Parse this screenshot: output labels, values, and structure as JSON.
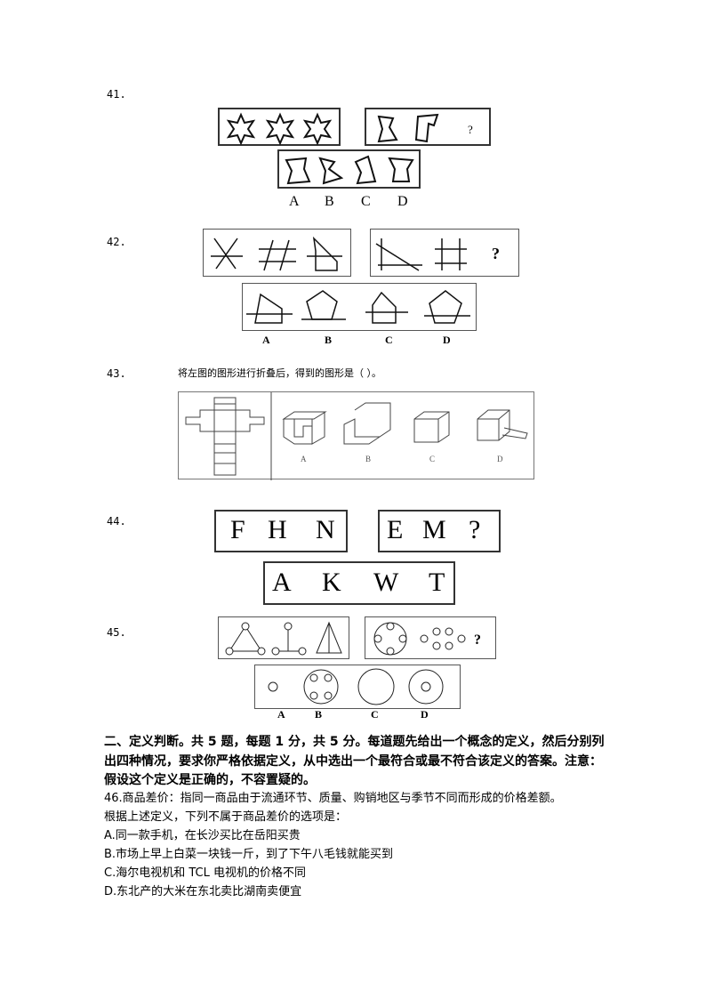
{
  "questions": {
    "q41": {
      "num": "41.",
      "mark": "?",
      "options": [
        "A",
        "B",
        "C",
        "D"
      ]
    },
    "q42": {
      "num": "42.",
      "mark": "?",
      "options": [
        "A",
        "B",
        "C",
        "D"
      ]
    },
    "q43": {
      "num": "43.",
      "prompt": "将左图的图形进行折叠后，得到的图形是（    ）。",
      "options": [
        "A",
        "B",
        "C",
        "D"
      ]
    },
    "q44": {
      "num": "44.",
      "row1": [
        "F",
        "H",
        "N"
      ],
      "row2": [
        "E",
        "M",
        "?"
      ],
      "options": [
        "A",
        "K",
        "W",
        "T"
      ]
    },
    "q45": {
      "num": "45.",
      "mark": "?",
      "options": [
        "A",
        "B",
        "C",
        "D"
      ]
    }
  },
  "section2": {
    "heading_lines": [
      "二、定义判断。共 5 题，每题 1 分，共 5 分。每道题先给出一个概念的定义，然后分别列",
      "出四种情况，要求你严格依据定义，从中选出一个最符合或最不符合该定义的答案。注意：",
      "假设这个定义是正确的，不容置疑的。"
    ],
    "q46": {
      "stem": "46.商品差价：指同一商品由于流通环节、质量、购销地区与季节不同而形成的价格差额。",
      "question": "根据上述定义，下列不属于商品差价的选项是：",
      "options": [
        "A.同一款手机，在长沙买比在岳阳买贵",
        "B.市场上早上白菜一块钱一斤，到了下午八毛钱就能买到",
        "C.海尔电视机和 TCL 电视机的价格不同",
        "D.东北产的大米在东北卖比湖南卖便宜"
      ]
    }
  }
}
